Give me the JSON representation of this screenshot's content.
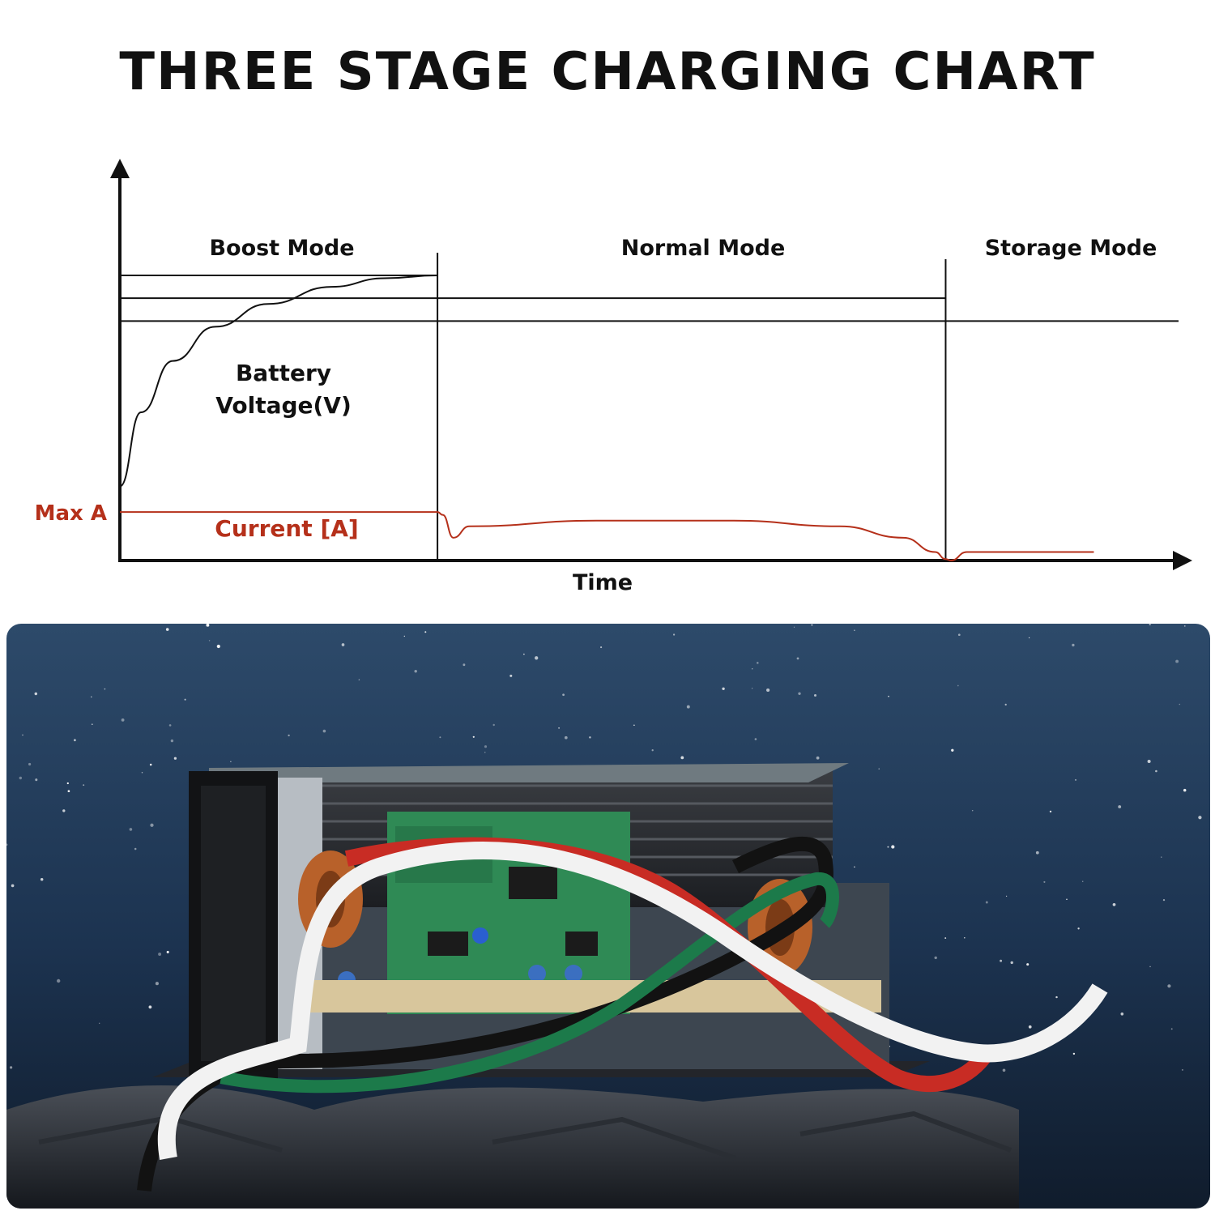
{
  "title": "THREE STAGE CHARGING CHART",
  "colors": {
    "voltage": "#111111",
    "current": "#b5301a",
    "axis": "#111111"
  },
  "chart_data": {
    "type": "line",
    "xlabel": "Time",
    "stages": [
      {
        "label": "Boost Mode",
        "start": 0,
        "end": 0.3
      },
      {
        "label": "Normal Mode",
        "start": 0.3,
        "end": 0.78
      },
      {
        "label": "Storage Mode",
        "start": 0.78,
        "end": 1.0
      }
    ],
    "voltage_label": "Battery Voltage(V)",
    "voltage_label_lines": [
      "Battery",
      "Voltage(V)"
    ],
    "current_label": "Current [A]",
    "max_current_label": "Max A",
    "voltage_levels": {
      "boost": 1.0,
      "normal": 0.92,
      "storage": 0.84
    },
    "series": [
      {
        "name": "Battery Voltage(V)",
        "x": [
          0,
          0.02,
          0.05,
          0.09,
          0.14,
          0.2,
          0.25,
          0.3
        ],
        "y": [
          0.26,
          0.52,
          0.7,
          0.82,
          0.9,
          0.96,
          0.99,
          1.0
        ]
      },
      {
        "name": "Current [A]",
        "x": [
          0,
          0.3,
          0.305,
          0.315,
          0.33,
          0.45,
          0.58,
          0.68,
          0.74,
          0.77,
          0.78,
          0.785,
          0.8,
          0.92
        ],
        "y": [
          0.17,
          0.17,
          0.16,
          0.08,
          0.12,
          0.14,
          0.14,
          0.12,
          0.08,
          0.03,
          0.005,
          0.0,
          0.03,
          0.03
        ]
      }
    ],
    "xlim": [
      0,
      1
    ],
    "ylim": [
      0,
      1.1
    ],
    "grid": false
  }
}
